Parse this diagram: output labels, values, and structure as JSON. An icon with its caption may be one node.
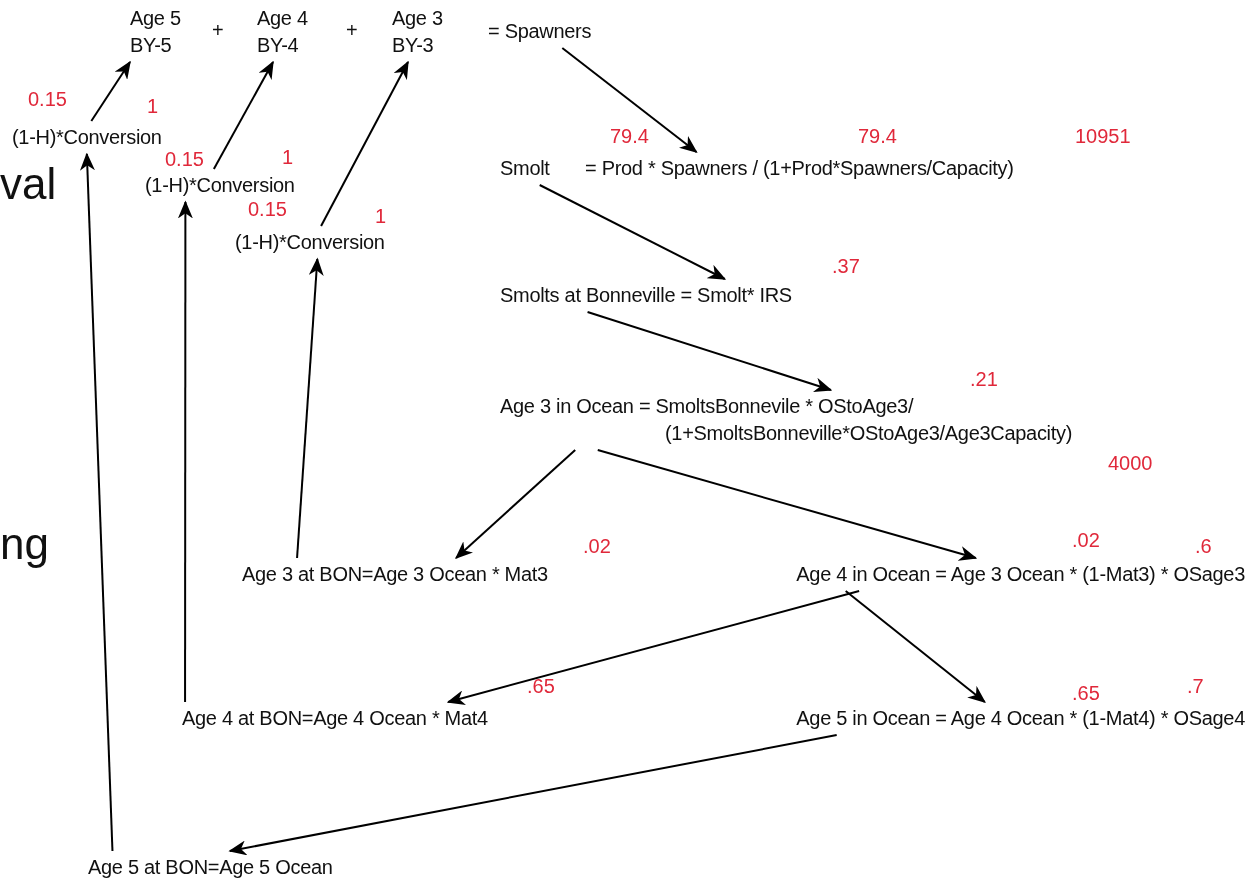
{
  "diagram": {
    "nodes": [
      {
        "text": [
          "Age 5 BY-5"
        ]
      },
      {
        "text": [
          "Age 4 BY-4"
        ]
      },
      {
        "text": [
          "Age 3 BY-3"
        ]
      },
      {
        "text": [
          "= Spawners"
        ]
      },
      {
        "text": [
          "(1-H)*Conversion"
        ]
      },
      {
        "text": [
          "(1-H)*Conversion"
        ]
      },
      {
        "text": [
          "(1-H)*Conversion"
        ]
      },
      {
        "text": [
          "Smolt"
        ]
      },
      {
        "text": [
          "= Prod * Spawners / (1+Prod*Spawners/Capacity)"
        ]
      },
      {
        "text": [
          "Smolts at Bonneville = Smolt* IRS"
        ]
      },
      {
        "text": [
          "Age 3 in Ocean = SmoltsBonnevile * OStoAge3/ (1+SmoltsBonneville*OStoAge3/Age3Capacity)"
        ]
      },
      {
        "text": [
          "Age 3 at BON=Age 3 Ocean * Mat3"
        ]
      },
      {
        "text": [
          "Age 4 in Ocean = Age 3 Ocean * (1-Mat3) * OSage3"
        ]
      },
      {
        "text": [
          "Age 4 at BON=Age 4 Ocean * Mat4"
        ]
      },
      {
        "text": [
          "Age 5 in Ocean = Age 4 Ocean * (1-Mat4) * OSage4"
        ]
      },
      {
        "text": [
          "Age 5 at BON=Age 5 Ocean"
        ]
      }
    ],
    "edges": [
      {
        "from": 4,
        "to": 0,
        "arrow": "to"
      },
      {
        "from": 5,
        "to": 1,
        "arrow": "to"
      },
      {
        "from": 6,
        "to": 2,
        "arrow": "to"
      },
      {
        "from": 3,
        "to": 8,
        "arrow": "to"
      },
      {
        "from": 7,
        "to": 9,
        "arrow": "to"
      },
      {
        "from": 9,
        "to": 10,
        "arrow": "to"
      },
      {
        "from": 10,
        "to": 11,
        "arrow": "to"
      },
      {
        "from": 10,
        "to": 12,
        "arrow": "to"
      },
      {
        "from": 12,
        "to": 13,
        "arrow": "to"
      },
      {
        "from": 12,
        "to": 14,
        "arrow": "to"
      },
      {
        "from": 14,
        "to": 15,
        "arrow": "to"
      },
      {
        "from": 15,
        "to": 4,
        "arrow": "to"
      },
      {
        "from": 13,
        "to": 5,
        "arrow": "to"
      },
      {
        "from": 11,
        "to": 6,
        "arrow": "to"
      }
    ],
    "labels": [
      "+",
      "+",
      "0.15",
      "1",
      "79.4",
      "79.4",
      "10951",
      "0.15",
      "1",
      "val",
      "0.15",
      "1",
      ".37",
      ".21",
      "4000",
      ".02",
      ".02",
      ".6",
      "ng",
      ".65",
      ".65",
      ".7"
    ]
  }
}
